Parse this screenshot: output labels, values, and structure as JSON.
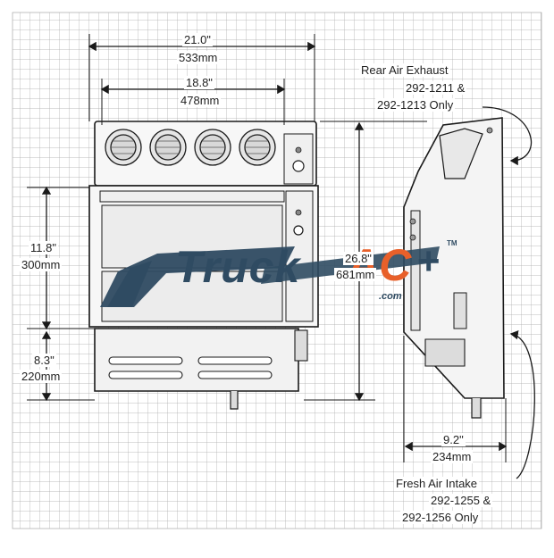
{
  "dimensions": {
    "width_in": "21.0\"",
    "width_mm": "533mm",
    "inner_width_in": "18.8\"",
    "inner_width_mm": "478mm",
    "upper_height_in": "11.8\"",
    "upper_height_mm": "300mm",
    "lower_height_in": "8.3\"",
    "lower_height_mm": "220mm",
    "total_height_in": "26.8\"",
    "total_height_mm": "681mm",
    "depth_in": "9.2\"",
    "depth_mm": "234mm"
  },
  "callouts": {
    "rear_exhaust_title": "Rear Air Exhaust",
    "rear_exhaust_parts": "292-1211 &",
    "rear_exhaust_note": "292-1213 Only",
    "fresh_intake_title": "Fresh Air Intake",
    "fresh_intake_parts": "292-1255 &",
    "fresh_intake_note": "292-1256 Only"
  },
  "logo": {
    "truck": "Truck",
    "ac": "AC",
    "plus": "+",
    "dotcom": ".com",
    "tm": "TM"
  },
  "colors": {
    "grid": "#9a9a9a",
    "line": "#1a1a1a",
    "logo_blue": "#2f4b62",
    "logo_orange": "#e8602a",
    "unit_fill": "#f4f4f4"
  }
}
